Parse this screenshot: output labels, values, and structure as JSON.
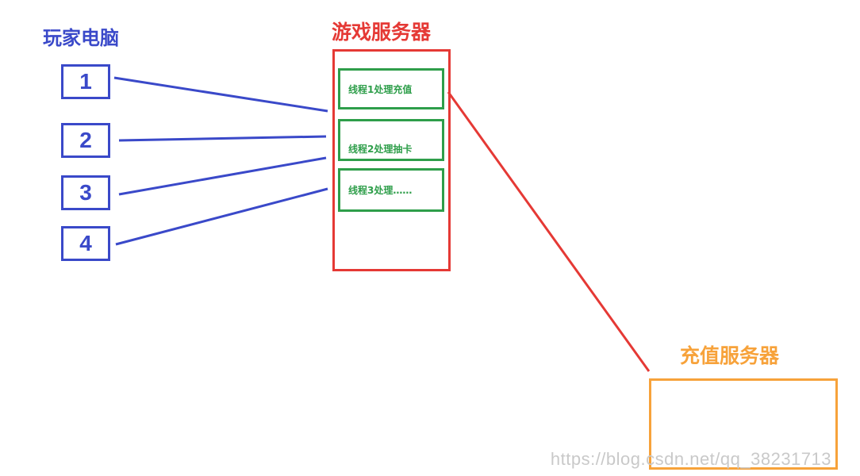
{
  "player_pcs": {
    "title": "玩家电脑",
    "items": [
      "1",
      "2",
      "3",
      "4"
    ]
  },
  "game_server": {
    "title": "游戏服务器",
    "threads": [
      "线程1处理充值",
      "线程2处理抽卡",
      "线程3处理……"
    ]
  },
  "recharge_server": {
    "title": "充值服务器"
  },
  "watermark": "https://blog.csdn.net/qq_38231713",
  "colors": {
    "player": "#3a49c9",
    "game_server": "#e53935",
    "thread": "#2e9e4a",
    "recharge_server": "#f7a23a"
  }
}
